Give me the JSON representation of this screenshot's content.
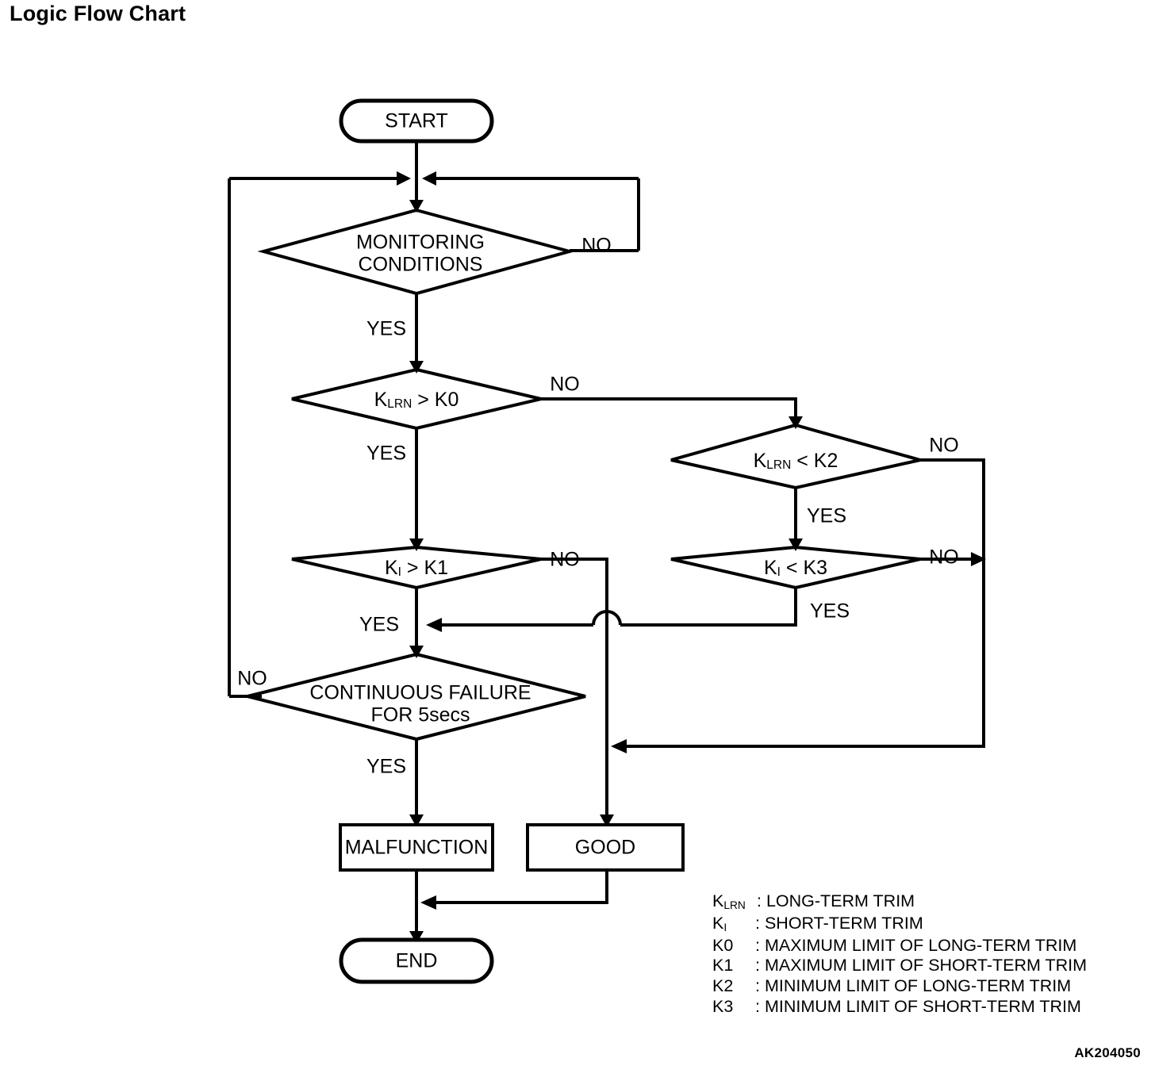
{
  "page": {
    "title": "Logic Flow Chart",
    "figure_code": "AK204050",
    "background_color": "#ffffff",
    "line_color": "#000000"
  },
  "flow": {
    "nodes": {
      "start": {
        "label": "START",
        "shape": "terminator"
      },
      "end": {
        "label": "END",
        "shape": "terminator"
      },
      "monitoring": {
        "label_line1": "MONITORING",
        "label_line2": "CONDITIONS",
        "shape": "decision"
      },
      "klrn_gt_k0": {
        "label_prefix": "K",
        "label_sub": "LRN",
        "label_suffix": " > K0",
        "shape": "decision"
      },
      "klrn_lt_k2": {
        "label_prefix": "K",
        "label_sub": "LRN",
        "label_suffix": " < K2",
        "shape": "decision"
      },
      "ki_gt_k1": {
        "label_prefix": "K",
        "label_sub": "I",
        "label_suffix": " > K1",
        "shape": "decision"
      },
      "ki_lt_k3": {
        "label_prefix": "K",
        "label_sub": "I",
        "label_suffix": " < K3",
        "shape": "decision"
      },
      "continuous_failure": {
        "label_line1": "CONTINUOUS FAILURE",
        "label_line2": "FOR 5secs",
        "shape": "decision"
      },
      "malfunction": {
        "label": "MALFUNCTION",
        "shape": "process"
      },
      "good": {
        "label": "GOOD",
        "shape": "process"
      }
    },
    "edge_labels": {
      "monitoring_no": "NO",
      "monitoring_yes": "YES",
      "klrn_gt_k0_no": "NO",
      "klrn_gt_k0_yes": "YES",
      "klrn_lt_k2_no": "NO",
      "klrn_lt_k2_yes": "YES",
      "ki_gt_k1_no": "NO",
      "ki_gt_k1_yes": "YES",
      "ki_lt_k3_no": "NO",
      "ki_lt_k3_yes": "YES",
      "continuous_failure_no": "NO",
      "continuous_failure_yes": "YES"
    }
  },
  "legend": {
    "rows": [
      {
        "symbol": "K",
        "symbol_sub": "LRN",
        "separator": ":",
        "description": "LONG-TERM TRIM"
      },
      {
        "symbol": "K",
        "symbol_sub": "I",
        "separator": ":",
        "description": "SHORT-TERM TRIM"
      },
      {
        "symbol": "K0",
        "symbol_sub": "",
        "separator": ":",
        "description": "MAXIMUM LIMIT OF LONG-TERM TRIM"
      },
      {
        "symbol": "K1",
        "symbol_sub": "",
        "separator": ":",
        "description": "MAXIMUM LIMIT OF SHORT-TERM TRIM"
      },
      {
        "symbol": "K2",
        "symbol_sub": "",
        "separator": ":",
        "description": "MINIMUM LIMIT OF LONG-TERM TRIM"
      },
      {
        "symbol": "K3",
        "symbol_sub": "",
        "separator": ":",
        "description": "MINIMUM LIMIT OF SHORT-TERM TRIM"
      }
    ]
  }
}
